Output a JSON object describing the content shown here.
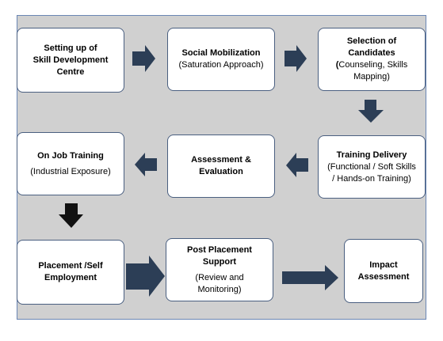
{
  "colors": {
    "panel_background": "#d0d0d0",
    "panel_border": "#6a86b4",
    "box_border": "#4a5f80",
    "arrow_dark": "#2c3e56",
    "arrow_black": "#111111"
  },
  "steps": {
    "setup": {
      "title": "Setting up of\nSkill Development\nCentre",
      "sub": ""
    },
    "mobilization": {
      "title": "Social Mobilization",
      "sub": "(Saturation Approach)"
    },
    "selection": {
      "title": "Selection of\nCandidates",
      "sub_prefix": "(",
      "sub": "Counseling, Skills\nMapping)"
    },
    "training": {
      "title": "Training Delivery",
      "sub": "(Functional / Soft Skills\n/ Hands-on Training)"
    },
    "assessment": {
      "title": "Assessment &\nEvaluation",
      "sub": ""
    },
    "ojt": {
      "title": "On Job Training",
      "sub": "(Industrial Exposure)"
    },
    "placement": {
      "title": "Placement /Self\nEmployment",
      "sub": ""
    },
    "post_placement": {
      "title": "Post Placement\nSupport",
      "sub": "(Review and\nMonitoring)"
    },
    "impact": {
      "title": "Impact\nAssessment",
      "sub": ""
    }
  },
  "flow": [
    "setup",
    "mobilization",
    "selection",
    "training",
    "assessment",
    "ojt",
    "placement",
    "post_placement",
    "impact"
  ]
}
